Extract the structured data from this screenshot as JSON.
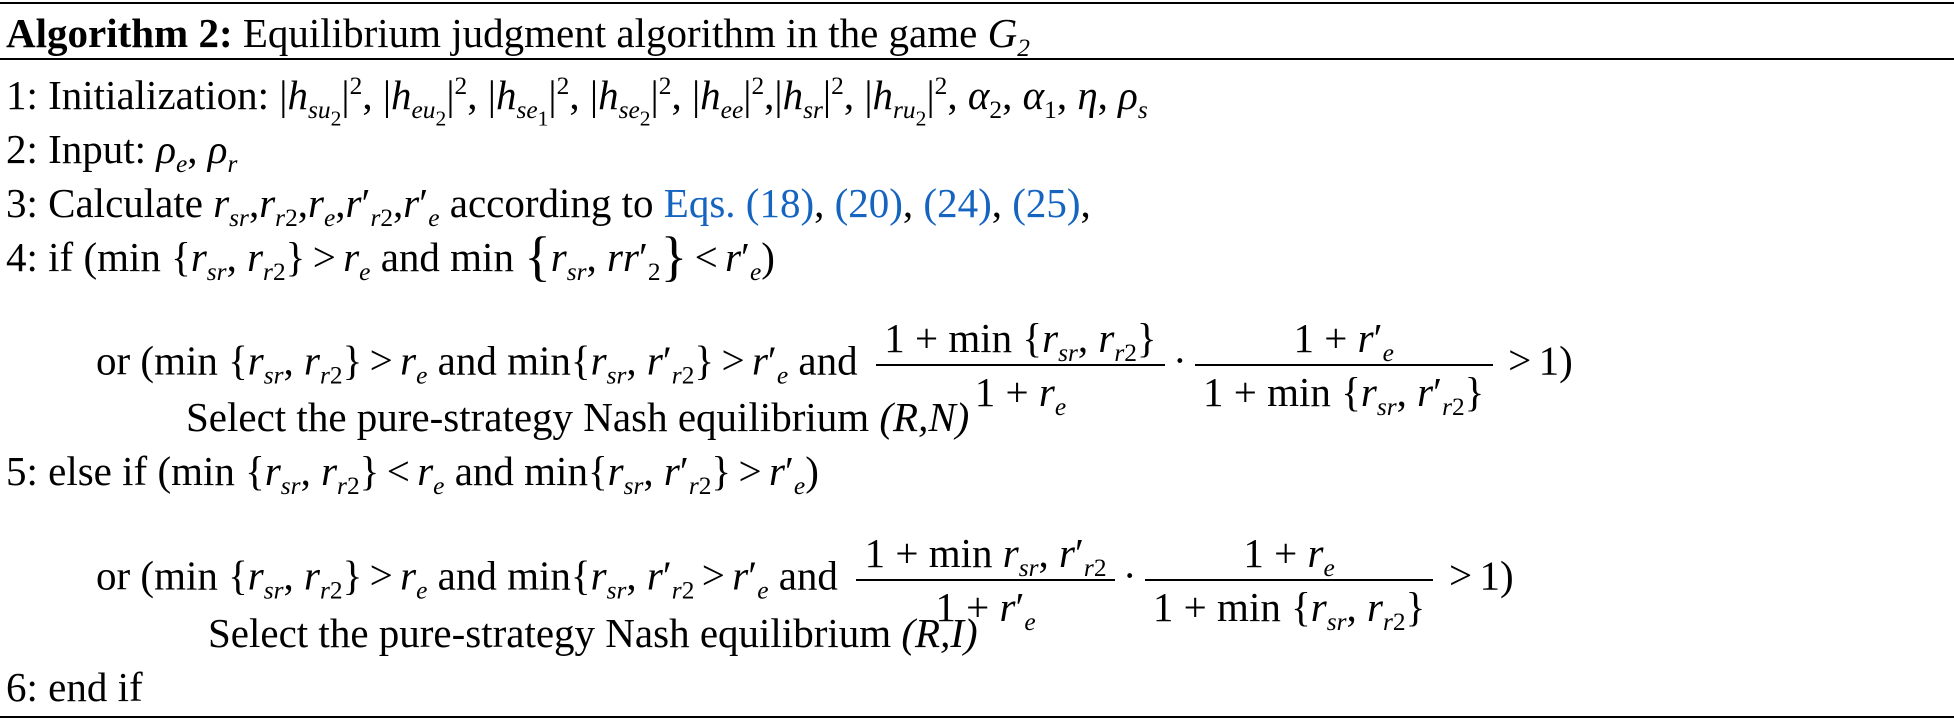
{
  "algorithm": {
    "label": "Algorithm 2:",
    "title": "Equilibrium judgment algorithm in the game",
    "game": "G",
    "game_sub": "2"
  },
  "steps": {
    "s1": "1: Initialization:",
    "s2": "2: Input:",
    "s3": "3: Calculate",
    "s3_mid": "according to",
    "s4": "4: if",
    "s5": "5: else if",
    "s6": "6: end if"
  },
  "eq_refs": [
    "Eqs. (18)",
    "(20)",
    "(24)",
    "(25)"
  ],
  "words": {
    "and": "and",
    "or": "or",
    "min": "min"
  },
  "select_text": "Select the pure-strategy Nash equilibrium",
  "equilibria": [
    "(R,N)",
    "(R,I)"
  ]
}
